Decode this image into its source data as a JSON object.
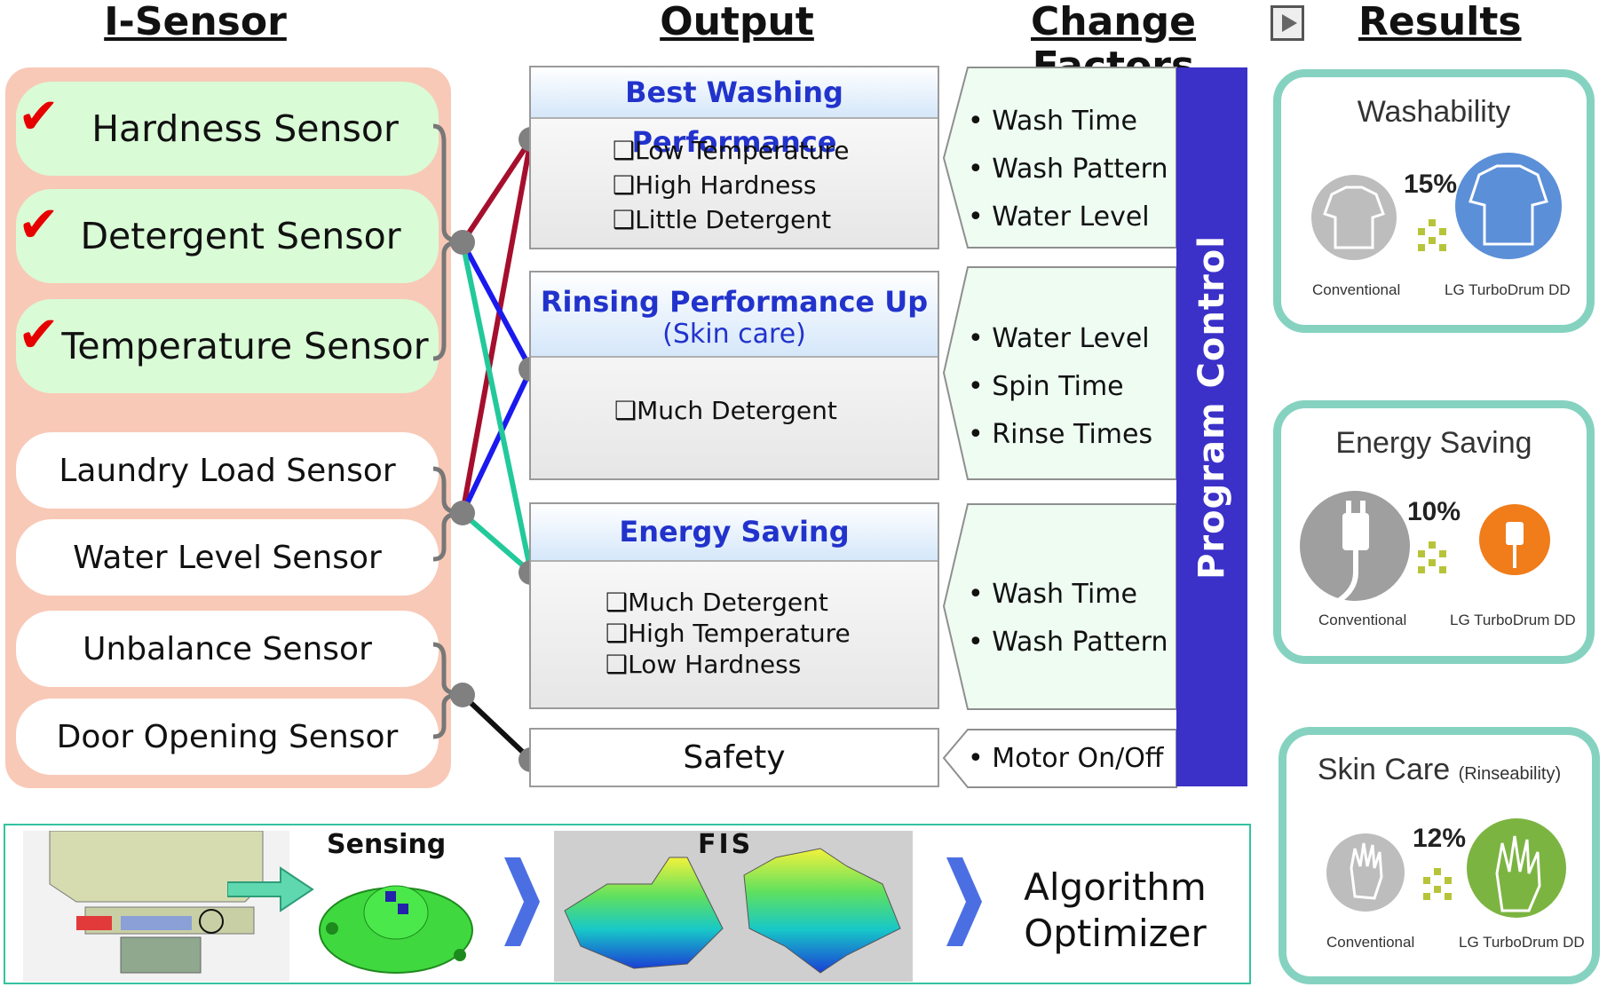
{
  "headers": {
    "isensor": "I-Sensor",
    "output": "Output",
    "change_factors": "Change Factors",
    "results": "Results"
  },
  "sensors": [
    {
      "label": "Hardness Sensor",
      "checked": true
    },
    {
      "label": "Detergent Sensor",
      "checked": true
    },
    {
      "label": "Temperature Sensor",
      "checked": true
    },
    {
      "label": "Laundry Load Sensor",
      "checked": false
    },
    {
      "label": "Water Level Sensor",
      "checked": false
    },
    {
      "label": "Unbalance Sensor",
      "checked": false
    },
    {
      "label": "Door Opening Sensor",
      "checked": false
    }
  ],
  "outputs": [
    {
      "title": "Best Washing Performance",
      "items": [
        "Low Temperature",
        "High Hardness",
        "Little Detergent"
      ]
    },
    {
      "title": "Rinsing Performance Up",
      "subtitle": "(Skin care)",
      "items": [
        "Much Detergent"
      ]
    },
    {
      "title": "Energy Saving",
      "items": [
        "Much Detergent",
        "High Temperature",
        "Low Hardness"
      ]
    },
    {
      "title": "Safety",
      "items": []
    }
  ],
  "change_factors": [
    [
      "Wash Time",
      "Wash Pattern",
      "Water Level"
    ],
    [
      "Water Level",
      "Spin Time",
      "Rinse Times"
    ],
    [
      "Wash Time",
      "Wash Pattern"
    ],
    [
      "Motor On/Off"
    ]
  ],
  "program_control": "Program Control",
  "results": [
    {
      "title": "Washability",
      "pct": "15%",
      "left": "Conventional",
      "right": "LG TurboDrum DD",
      "icon": "shirt-icon"
    },
    {
      "title": "Energy Saving",
      "pct": "10%",
      "left": "Conventional",
      "right": "LG TurboDrum DD",
      "icon": "plug-icon"
    },
    {
      "title": "Skin Care",
      "title_small": "(Rinseability)",
      "pct": "12%",
      "left": "Conventional",
      "right": "LG TurboDrum DD",
      "icon": "hand-icon"
    }
  ],
  "bottom": {
    "sensing": "Sensing",
    "fis": "FIS",
    "optimizer_line1": "Algorithm",
    "optimizer_line2": "Optimizer"
  },
  "colors": {
    "sensor_panel": "#f8c9b7",
    "sensor_green": "#d9fbd6",
    "program_control": "#3b30c8",
    "line_dark_red": "#a50f2d",
    "line_blue": "#1a1aee",
    "line_teal": "#22c99a",
    "line_black": "#111111",
    "result_border": "#86d2c0"
  }
}
